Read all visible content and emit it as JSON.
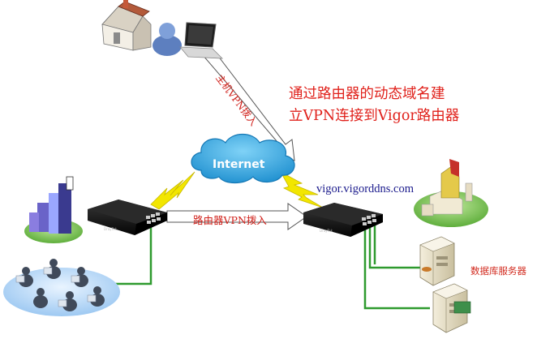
{
  "diagram": {
    "title_lines": [
      "通过路由器的动态域名建",
      "立VPN连接到Vigor路由器"
    ],
    "cloud_label": "Internet",
    "domain": "vigor.vigorddns.com",
    "router_vpn_label": "路由器VPN拨入",
    "host_vpn_label": "主机VPN拨入",
    "db_server_label": "数据库服务器",
    "router_brand": "DrayTek"
  },
  "colors": {
    "title": "#e0201a",
    "link_green": "#2e9a2e",
    "cloud": "#2aa0dc",
    "lightning": "#f2e600",
    "router_body": "#111111"
  }
}
